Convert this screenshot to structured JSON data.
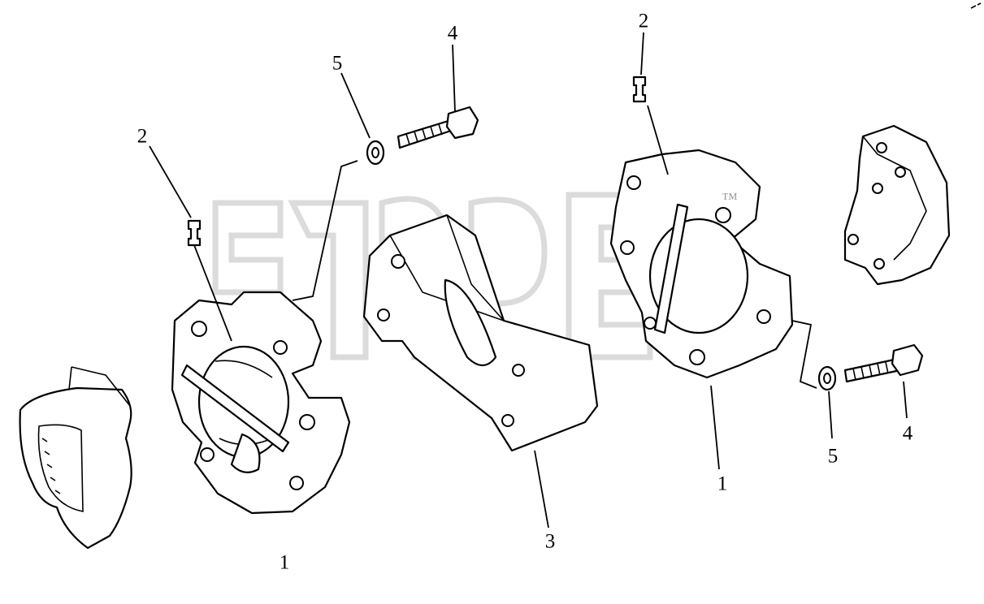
{
  "diagram": {
    "callouts": {
      "c1_left": "1",
      "c1_right": "1",
      "c2_left": "2",
      "c2_right": "2",
      "c3": "3",
      "c4_top": "4",
      "c4_right": "4",
      "c5_top": "5",
      "c5_right": "5"
    },
    "watermark": "™"
  }
}
